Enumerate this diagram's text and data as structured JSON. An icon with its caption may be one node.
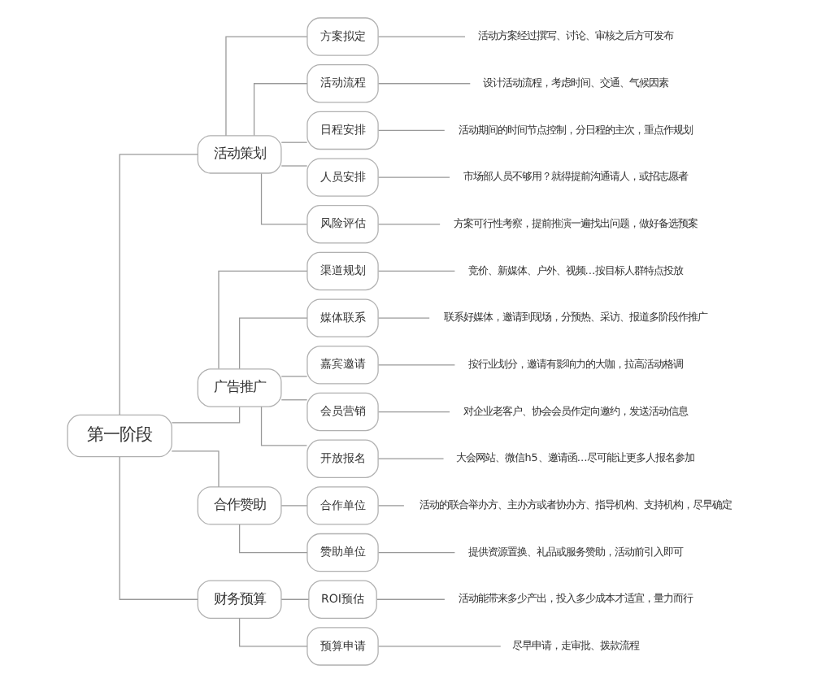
{
  "diagram": {
    "nodes": [
      {
        "text": [
          "第一阶段"
        ]
      },
      {
        "text": [
          "活动策划"
        ]
      },
      {
        "text": [
          "广告推广"
        ]
      },
      {
        "text": [
          "合作赞助"
        ]
      },
      {
        "text": [
          "财务预算"
        ]
      },
      {
        "text": [
          "方案拟定"
        ]
      },
      {
        "text": [
          "活动流程"
        ]
      },
      {
        "text": [
          "日程安排"
        ]
      },
      {
        "text": [
          "人员安排"
        ]
      },
      {
        "text": [
          "风险评估"
        ]
      },
      {
        "text": [
          "渠道规划"
        ]
      },
      {
        "text": [
          "媒体联系"
        ]
      },
      {
        "text": [
          "嘉宾邀请"
        ]
      },
      {
        "text": [
          "会员营销"
        ]
      },
      {
        "text": [
          "开放报名"
        ]
      },
      {
        "text": [
          "合作单位"
        ]
      },
      {
        "text": [
          "赞助单位"
        ]
      },
      {
        "text": [
          "ROI预估"
        ]
      },
      {
        "text": [
          "预算申请"
        ]
      },
      {
        "text": [
          "活动方案经过撰写、讨论、审核之后方可发布"
        ]
      },
      {
        "text": [
          "设计活动流程，考虑时间、交通、气候因素"
        ]
      },
      {
        "text": [
          "活动期间的时间节点控制，分日程的主次，重点作规划"
        ]
      },
      {
        "text": [
          "市场部人员不够用？就得提前沟通请人，或招志愿者"
        ]
      },
      {
        "text": [
          "方案可行性考察，提前推演一遍找出问题，做好备选预案"
        ]
      },
      {
        "text": [
          "竞价、新媒体、户外、视频…按目标人群特点投放"
        ]
      },
      {
        "text": [
          "联系好媒体，邀请到现场，分预热、采访、报道多阶段作推广"
        ]
      },
      {
        "text": [
          "按行业划分，邀请有影响力的大咖，拉高活动格调"
        ]
      },
      {
        "text": [
          "对企业老客户、协会会员作定向邀约，发送活动信息"
        ]
      },
      {
        "text": [
          "大会网站、微信h5、邀请函…尽可能让更多人报名参加"
        ]
      },
      {
        "text": [
          "活动的联合举办方、主办方或者协办方、指导机构、支持机构，尽早确定"
        ]
      },
      {
        "text": [
          "提供资源置换、礼品或服务赞助，活动前引入即可"
        ]
      },
      {
        "text": [
          "活动能带来多少产出，投入多少成本才适宜，量力而行"
        ]
      },
      {
        "text": [
          "尽早申请，走审批、拨款流程"
        ]
      }
    ],
    "edges": [
      {
        "from": 0,
        "to": 1,
        "arrow": "none"
      },
      {
        "from": 0,
        "to": 2,
        "arrow": "none"
      },
      {
        "from": 0,
        "to": 3,
        "arrow": "none"
      },
      {
        "from": 0,
        "to": 4,
        "arrow": "none"
      },
      {
        "from": 1,
        "to": 5,
        "arrow": "none"
      },
      {
        "from": 1,
        "to": 6,
        "arrow": "none"
      },
      {
        "from": 1,
        "to": 7,
        "arrow": "none"
      },
      {
        "from": 1,
        "to": 8,
        "arrow": "none"
      },
      {
        "from": 1,
        "to": 9,
        "arrow": "none"
      },
      {
        "from": 2,
        "to": 10,
        "arrow": "none"
      },
      {
        "from": 2,
        "to": 11,
        "arrow": "none"
      },
      {
        "from": 2,
        "to": 12,
        "arrow": "none"
      },
      {
        "from": 2,
        "to": 13,
        "arrow": "none"
      },
      {
        "from": 2,
        "to": 14,
        "arrow": "none"
      },
      {
        "from": 3,
        "to": 15,
        "arrow": "none"
      },
      {
        "from": 3,
        "to": 16,
        "arrow": "none"
      },
      {
        "from": 4,
        "to": 17,
        "arrow": "none"
      },
      {
        "from": 4,
        "to": 18,
        "arrow": "none"
      },
      {
        "from": 5,
        "to": 19,
        "arrow": "none"
      },
      {
        "from": 6,
        "to": 20,
        "arrow": "none"
      },
      {
        "from": 7,
        "to": 21,
        "arrow": "none"
      },
      {
        "from": 8,
        "to": 22,
        "arrow": "none"
      },
      {
        "from": 9,
        "to": 23,
        "arrow": "none"
      },
      {
        "from": 10,
        "to": 24,
        "arrow": "none"
      },
      {
        "from": 11,
        "to": 25,
        "arrow": "none"
      },
      {
        "from": 12,
        "to": 26,
        "arrow": "none"
      },
      {
        "from": 13,
        "to": 27,
        "arrow": "none"
      },
      {
        "from": 14,
        "to": 28,
        "arrow": "none"
      },
      {
        "from": 15,
        "to": 29,
        "arrow": "none"
      },
      {
        "from": 16,
        "to": 30,
        "arrow": "none"
      },
      {
        "from": 17,
        "to": 31,
        "arrow": "none"
      },
      {
        "from": 18,
        "to": 32,
        "arrow": "none"
      }
    ]
  }
}
